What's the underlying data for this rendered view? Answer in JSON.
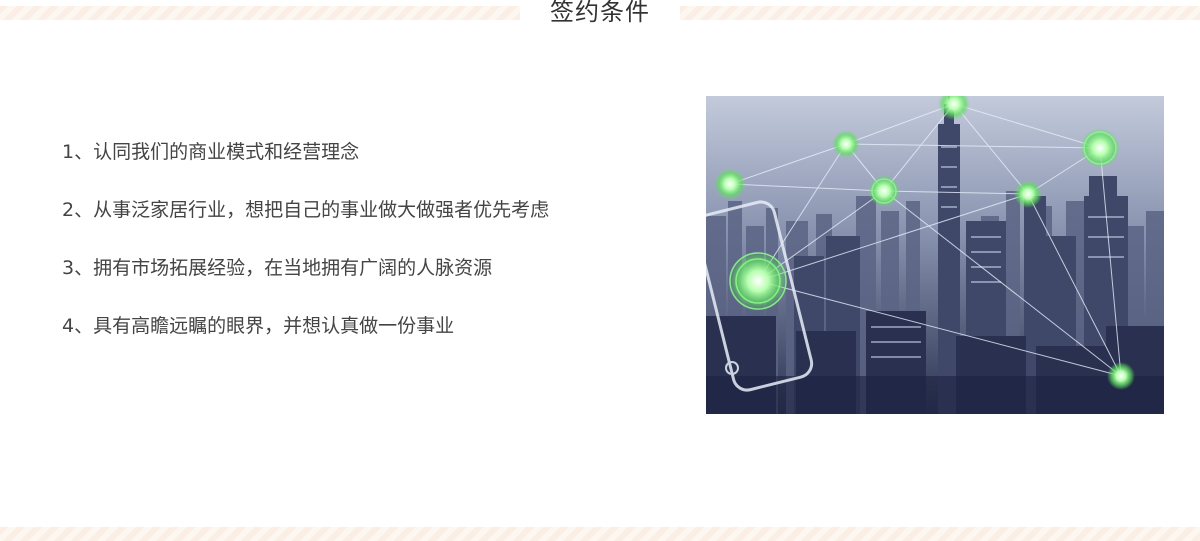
{
  "section": {
    "title": "签约条件"
  },
  "conditions": [
    "1、认同我们的商业模式和经营理念",
    "2、从事泛家居行业，想把自己的事业做大做强者优先考虑",
    "3、拥有市场拓展经验，在当地拥有广阔的人脉资源",
    "4、具有高瞻远瞩的眼界，并想认真做一份事业"
  ],
  "colors": {
    "title_text": "#333333",
    "body_text": "#444444",
    "stripe": "#fbeee4",
    "node_glow": "#7CFC7C"
  }
}
